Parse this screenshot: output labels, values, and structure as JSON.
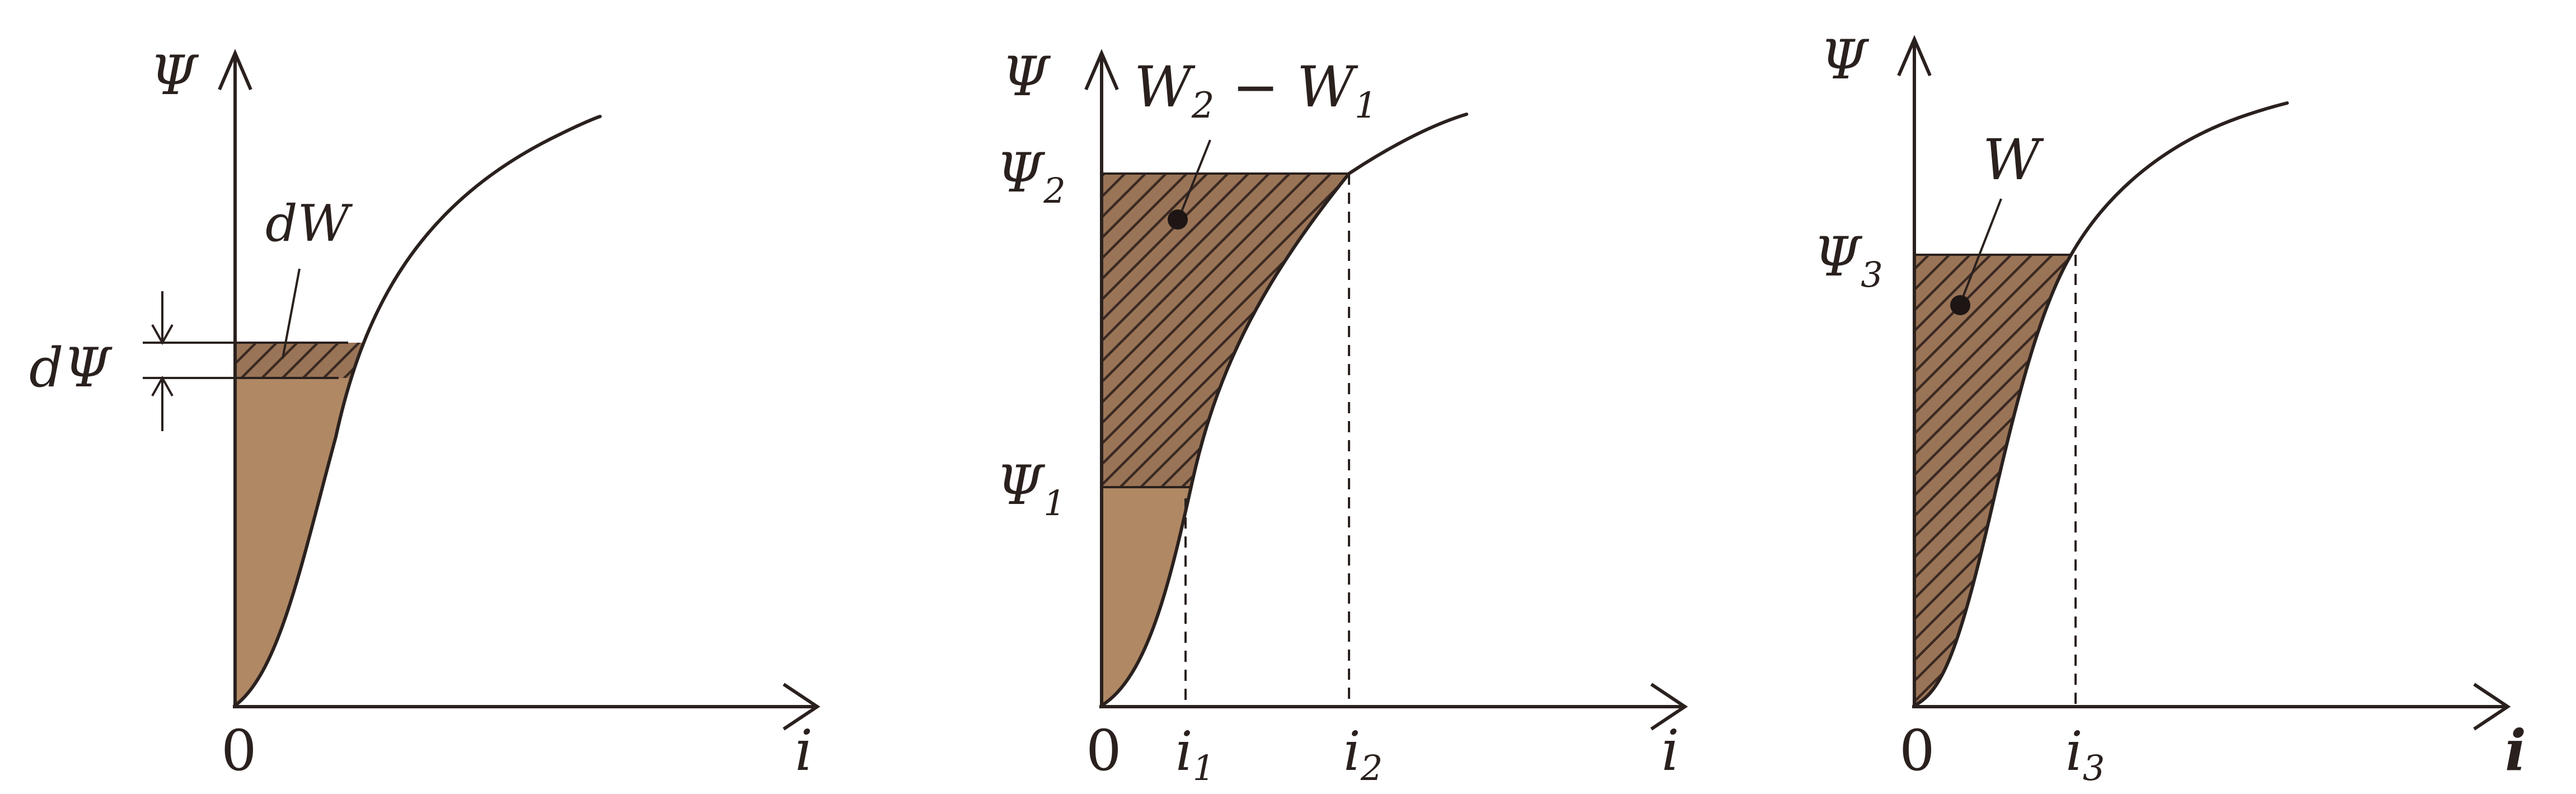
{
  "colors": {
    "ink": "#2a211e",
    "fill_light": "#b08864",
    "fill_hatch_bg": "#9a7457",
    "hatch_line": "#3b2a22",
    "background": "#ffffff"
  },
  "panels": [
    {
      "y_axis_label": "Ψ",
      "x_axis_label": "i",
      "origin_label": "0",
      "d_psi_label": "dΨ",
      "region_label": "dW"
    },
    {
      "y_axis_label": "Ψ",
      "x_axis_label": "i",
      "origin_label": "0",
      "psi_upper_label": "Ψ",
      "psi_upper_sub": "2",
      "psi_lower_label": "Ψ",
      "psi_lower_sub": "1",
      "i_lower_label": "i",
      "i_lower_sub": "1",
      "i_upper_label": "i",
      "i_upper_sub": "2",
      "region_label_a": "W",
      "region_label_a_sub": "2",
      "region_label_sep": " − ",
      "region_label_b": "W",
      "region_label_b_sub": "1"
    },
    {
      "y_axis_label": "Ψ",
      "x_axis_label": "i",
      "origin_label": "0",
      "psi_label": "Ψ",
      "psi_sub": "3",
      "i_label": "i",
      "i_sub": "3",
      "region_label": "W"
    }
  ]
}
